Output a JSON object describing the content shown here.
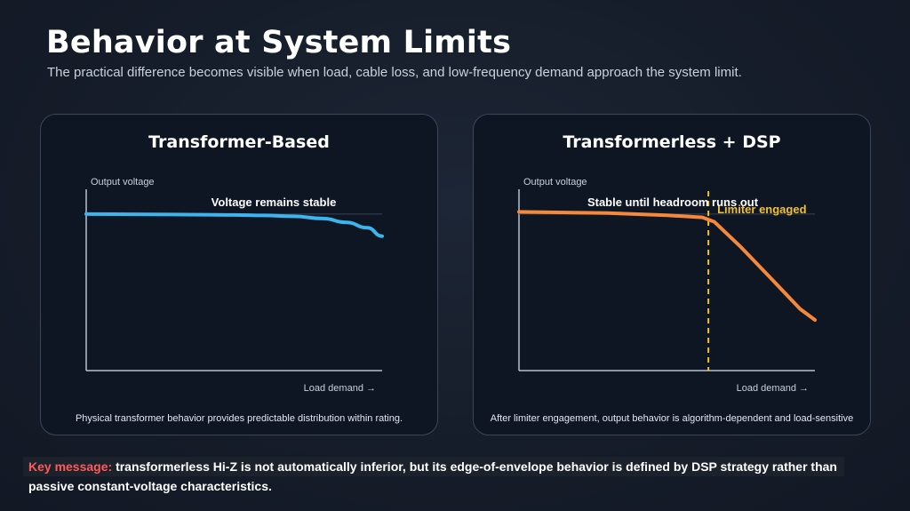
{
  "title": "Behavior at System Limits",
  "subtitle": "The practical difference becomes visible when load, cable loss, and low-frequency demand approach the system limit.",
  "colors": {
    "transformer_curve": "#3cb4ee",
    "dsp_curve": "#f5883a",
    "limiter": "#f2c12e",
    "key_highlight": "#ff5a5a"
  },
  "chart_data": [
    {
      "type": "line",
      "title": "Transformer-Based",
      "ylabel": "Output voltage",
      "xlabel": "Load demand →",
      "xlim": [
        0,
        1
      ],
      "ylim": [
        0,
        1
      ],
      "reference_level": 0.71,
      "annotations": [
        "Voltage remains stable"
      ],
      "caption": "Physical transformer behavior provides predictable distribution within rating.",
      "series": [
        {
          "x": [
            0,
            0.3,
            0.5,
            0.6,
            0.7,
            0.8,
            0.88,
            0.95,
            1.0
          ],
          "y": [
            0.71,
            0.708,
            0.706,
            0.704,
            0.7,
            0.69,
            0.672,
            0.648,
            0.61
          ]
        }
      ]
    },
    {
      "type": "line",
      "title": "Transformerless + DSP",
      "ylabel": "Output voltage",
      "xlabel": "Load demand →",
      "xlim": [
        0,
        1
      ],
      "ylim": [
        0,
        1
      ],
      "reference_level": 0.71,
      "limiter_x": 0.64,
      "limiter_label": "Limiter engaged",
      "annotations": [
        "Stable until headroom runs out"
      ],
      "caption": "After limiter engagement, output behavior is algorithm-dependent and load-sensitive",
      "series": [
        {
          "x": [
            0,
            0.3,
            0.5,
            0.62,
            0.66,
            0.75,
            0.85,
            0.95,
            1.0
          ],
          "y": [
            0.72,
            0.715,
            0.705,
            0.695,
            0.675,
            0.56,
            0.42,
            0.28,
            0.23
          ]
        }
      ]
    }
  ],
  "key_message": {
    "label": "Key message:",
    "text_line1": "transformerless Hi-Z is not automatically inferior, but its edge-of-envelope behavior is defined by DSP strategy rather than",
    "text_line2": "passive constant-voltage characteristics."
  }
}
